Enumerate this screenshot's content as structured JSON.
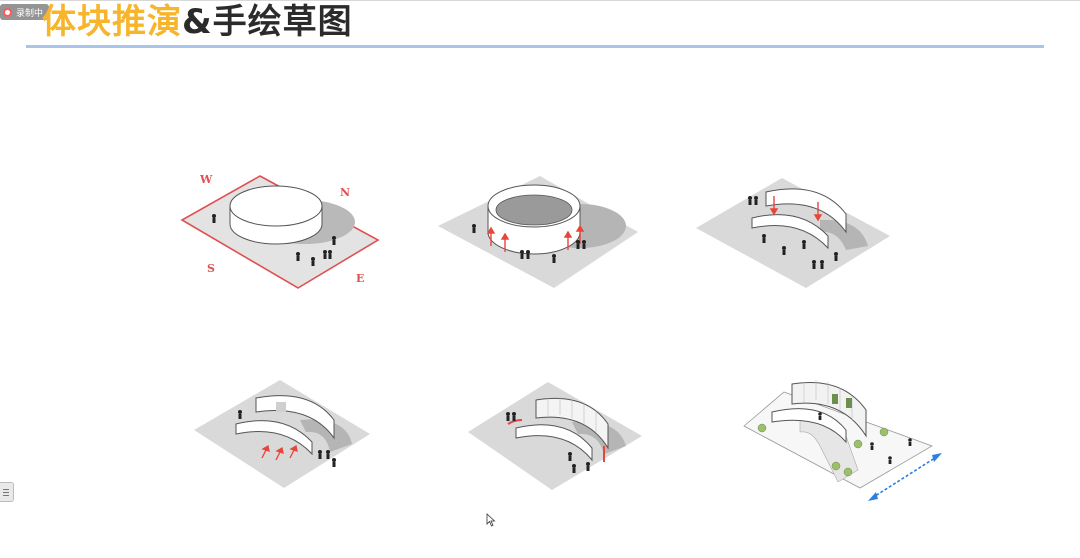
{
  "recorder": {
    "label": "录制中"
  },
  "title": {
    "part1": "体块推演",
    "part2": "&手绘草图"
  },
  "compass": {
    "w": "W",
    "n": "N",
    "s": "S",
    "e": "E"
  },
  "colors": {
    "accent": "#f7b52c",
    "rule": "#a9c6ea",
    "arrow": "#e8453c",
    "dimension": "#2f7fe0",
    "ground": "#d9d9d9"
  },
  "icons": [
    "record-icon",
    "menu-icon",
    "mouse-cursor-icon"
  ]
}
